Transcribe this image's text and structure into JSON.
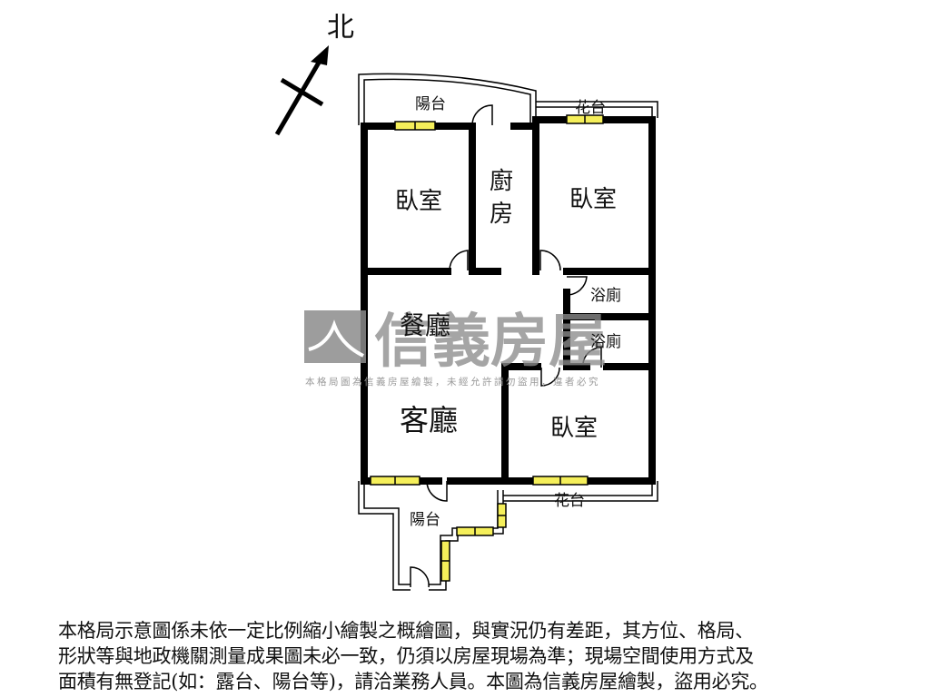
{
  "compass": {
    "north_label": "北"
  },
  "rooms": {
    "balcony_top": "陽台",
    "planter_top": "花台",
    "bedroom_nw": "臥室",
    "kitchen_line1": "廚",
    "kitchen_line2": "房",
    "bedroom_ne": "臥室",
    "bathroom_1": "浴廁",
    "bathroom_2": "浴廁",
    "dining": "餐廳",
    "living": "客廳",
    "bedroom_se": "臥室",
    "balcony_bottom": "陽台",
    "planter_bottom": "花台"
  },
  "watermark": {
    "brand": "信義房屋",
    "notice": "本格局圖為信義房屋繪製，未經允許請勿盜用，違者必究"
  },
  "colors": {
    "wall": "#000000",
    "window_fill": "#f5ef5a",
    "watermark_gray": "#8c8c8c",
    "background": "#ffffff"
  },
  "disclaimer": {
    "line1": "本格局示意圖係未依一定比例縮小繪製之概繪圖，與實況仍有差距，其方位、格局、",
    "line2": "形狀等與地政機關測量成果圖未必一致，仍須以房屋現場為準；現場空間使用方式及",
    "line3": "面積有無登記(如：露台、陽台等)，請洽業務人員。本圖為信義房屋繪製，盜用必究。"
  }
}
